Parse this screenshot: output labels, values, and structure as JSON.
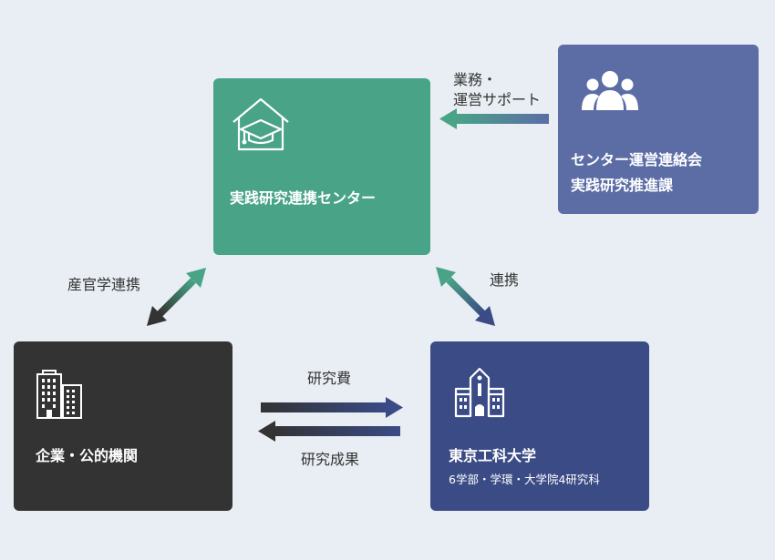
{
  "center": {
    "title": "実践研究連携センター",
    "icon": "graduation-house-icon",
    "color": "#49a387"
  },
  "liaison": {
    "line1": "センター運営連絡会",
    "line2": "実践研究推進課",
    "icon": "people-group-icon",
    "color": "#5c6da6"
  },
  "industry": {
    "title": "企業・公的機関",
    "icon": "office-buildings-icon",
    "color": "#333333"
  },
  "university": {
    "title": "東京工科大学",
    "subtitle": "6学部・学環・大学院4研究科",
    "icon": "university-building-icon",
    "color": "#3a4b86"
  },
  "edges": {
    "support_line1": "業務・",
    "support_line2": "運営サポート",
    "sankangaku": "産官学連携",
    "renkei": "連携",
    "research_funds": "研究費",
    "research_results": "研究成果"
  }
}
